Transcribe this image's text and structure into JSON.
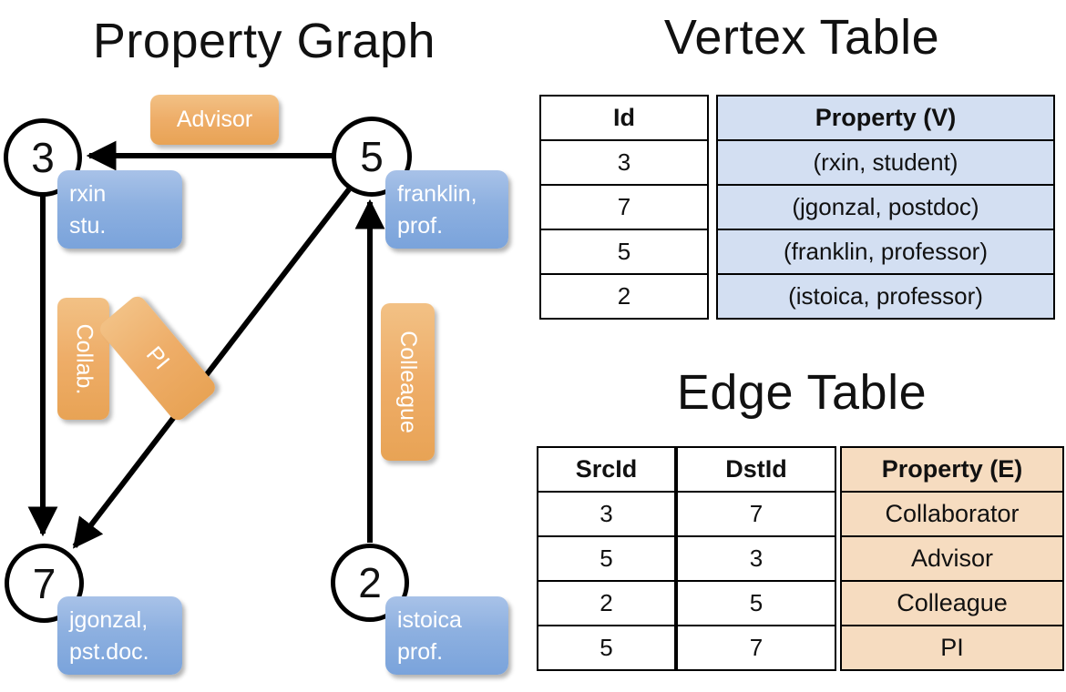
{
  "titles": {
    "property_graph": "Property Graph",
    "vertex_table": "Vertex Table",
    "edge_table": "Edge Table"
  },
  "colors": {
    "vertex_property_fill": "#d3dff2",
    "edge_property_fill": "#f6dcc0",
    "vertex_box": "#8db0e0",
    "edge_box": "#eead68",
    "stroke": "#000000"
  },
  "graph": {
    "nodes": [
      {
        "id": "3",
        "label": "rxin\nstu."
      },
      {
        "id": "5",
        "label": "franklin,\nprof."
      },
      {
        "id": "7",
        "label": "jgonzal,\npst.doc."
      },
      {
        "id": "2",
        "label": "istoica\nprof."
      }
    ],
    "edge_labels": [
      {
        "name": "advisor",
        "text": "Advisor"
      },
      {
        "name": "collab",
        "text": "Collab."
      },
      {
        "name": "pi",
        "text": "PI"
      },
      {
        "name": "colleague",
        "text": "Colleague"
      }
    ]
  },
  "vertex_table": {
    "headers": [
      "Id",
      "Property (V)"
    ],
    "rows": [
      {
        "id": "3",
        "property": "(rxin, student)"
      },
      {
        "id": "7",
        "property": "(jgonzal, postdoc)"
      },
      {
        "id": "5",
        "property": "(franklin, professor)"
      },
      {
        "id": "2",
        "property": "(istoica, professor)"
      }
    ]
  },
  "edge_table": {
    "headers": [
      "SrcId",
      "DstId",
      "Property (E)"
    ],
    "rows": [
      {
        "src": "3",
        "dst": "7",
        "property": "Collaborator"
      },
      {
        "src": "5",
        "dst": "3",
        "property": "Advisor"
      },
      {
        "src": "2",
        "dst": "5",
        "property": "Colleague"
      },
      {
        "src": "5",
        "dst": "7",
        "property": "PI"
      }
    ]
  }
}
